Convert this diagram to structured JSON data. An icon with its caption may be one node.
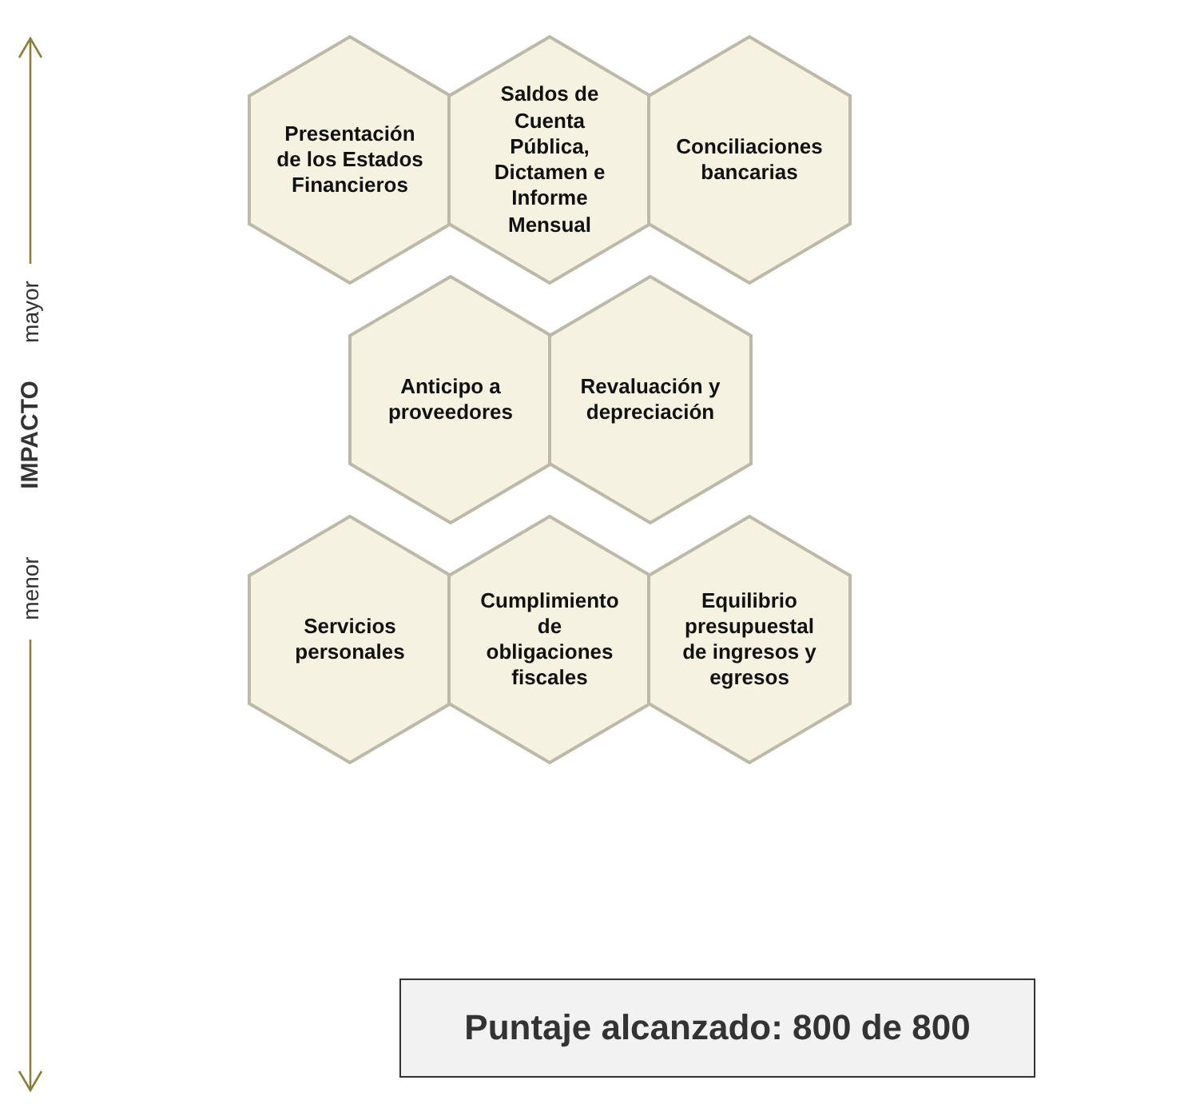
{
  "diagram": {
    "nodes": [
      {
        "text": [
          "Presentación de los Estados Financieros"
        ]
      },
      {
        "text": [
          "Saldos de Cuenta Pública, Dictamen e Informe Mensual"
        ]
      },
      {
        "text": [
          "Conciliaciones bancarias"
        ]
      },
      {
        "text": [
          "Anticipo a proveedores"
        ]
      },
      {
        "text": [
          "Revaluación y depreciación"
        ]
      },
      {
        "text": [
          "Servicios personales"
        ]
      },
      {
        "text": [
          "Cumplimiento de obligaciones fiscales"
        ]
      },
      {
        "text": [
          "Equilibrio presupuestal de ingresos y egresos"
        ]
      },
      {
        "text": [
          "Puntaje alcanzado: 800 de 800"
        ]
      }
    ],
    "edges": [],
    "labels": [
      "mayor",
      "IMPACTO",
      "menor"
    ]
  }
}
